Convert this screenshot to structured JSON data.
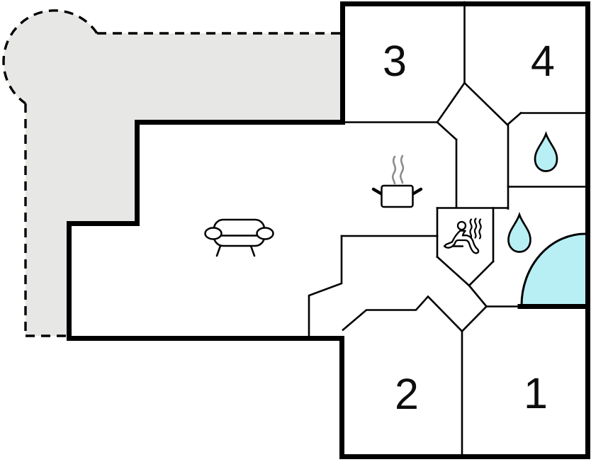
{
  "plan": {
    "type": "floor-plan",
    "rooms": [
      {
        "id": "room-1",
        "label": "1"
      },
      {
        "id": "room-2",
        "label": "2"
      },
      {
        "id": "room-3",
        "label": "3"
      },
      {
        "id": "room-4",
        "label": "4"
      }
    ],
    "features": {
      "terrace": "terrace-area",
      "living_room": "sofa",
      "kitchen": "cooking-pot-with-steam",
      "sauna": "sauna-person-with-steam",
      "bathroom_upper": "water-drop",
      "bathroom_lower": "water-drop",
      "corner_bath": "corner-bathtub"
    },
    "colors": {
      "wall": "#000000",
      "terrace_fill": "#e7e7e5",
      "water_fill": "#b8eff4",
      "steam_gray": "#8c8c8c",
      "background": "#ffffff",
      "label_text": "#0d0d0d"
    }
  }
}
